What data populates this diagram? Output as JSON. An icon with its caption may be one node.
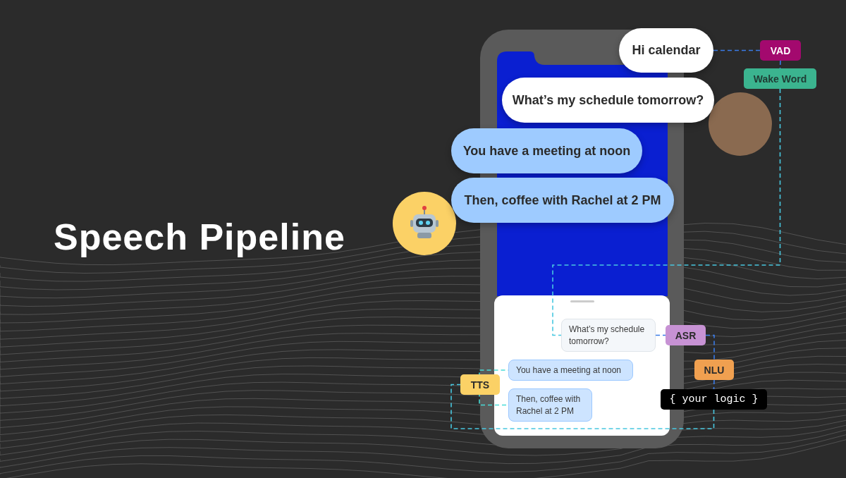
{
  "diagram": {
    "title": "Speech Pipeline",
    "nodes": [
      {
        "text": [
          "Hi calendar"
        ]
      },
      {
        "text": [
          "What’s my schedule tomorrow?"
        ]
      },
      {
        "text": [
          "You have a meeting at noon"
        ]
      },
      {
        "text": [
          "Then, coffee with Rachel at 2 PM"
        ]
      },
      {
        "text": [
          "VAD"
        ]
      },
      {
        "text": [
          "Wake Word"
        ]
      },
      {
        "text": [
          "What’s my schedule tomorrow?"
        ]
      },
      {
        "text": [
          "ASR"
        ]
      },
      {
        "text": [
          "You have a meeting at noon"
        ]
      },
      {
        "text": [
          "Then, coffee with Rachel at 2 PM"
        ]
      },
      {
        "text": [
          "NLU"
        ]
      },
      {
        "text": [
          "{ your logic }"
        ]
      },
      {
        "text": [
          "TTS"
        ]
      }
    ],
    "edges": [
      {
        "from": 0,
        "to": 4,
        "arrow": "none",
        "style": "dashed"
      },
      {
        "from": 4,
        "to": 5,
        "arrow": "none",
        "style": "dashed"
      },
      {
        "from": 5,
        "to": 6,
        "arrow": "none",
        "style": "dashed",
        "color": "#48c8e0"
      },
      {
        "from": 6,
        "to": 7,
        "arrow": "none",
        "style": "dashed"
      },
      {
        "from": 7,
        "to": 10,
        "arrow": "none",
        "style": "dashed"
      },
      {
        "from": 10,
        "to": 11,
        "arrow": "none",
        "style": "dashed"
      },
      {
        "from": 11,
        "to": 12,
        "arrow": "none",
        "style": "dashed",
        "color": "#48c8e0"
      },
      {
        "from": 12,
        "to": 8,
        "arrow": "none",
        "style": "dashed",
        "color": "#48dcd8"
      },
      {
        "from": 12,
        "to": 9,
        "arrow": "none",
        "style": "dashed",
        "color": "#48dcd8"
      }
    ]
  }
}
